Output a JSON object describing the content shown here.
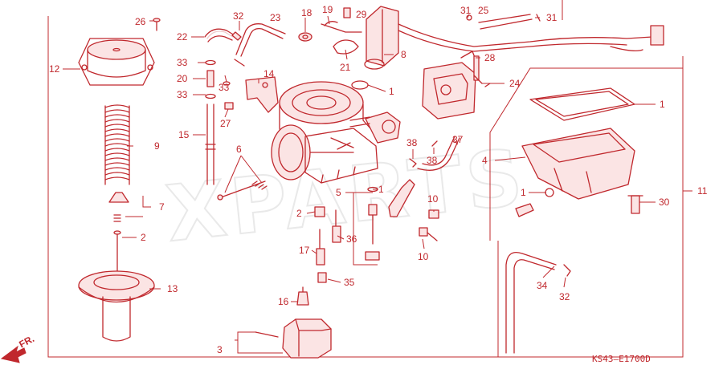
{
  "watermark": "XPARTS",
  "diagram_code": "KS43—E1700D",
  "front_indicator": "FR.",
  "callouts": [
    {
      "id": "c-26",
      "text": "26"
    },
    {
      "id": "c-12",
      "text": "12"
    },
    {
      "id": "c-9",
      "text": "9"
    },
    {
      "id": "c-7",
      "text": "7"
    },
    {
      "id": "c-2a",
      "text": "2"
    },
    {
      "id": "c-13",
      "text": "13"
    },
    {
      "id": "c-22",
      "text": "22"
    },
    {
      "id": "c-32a",
      "text": "32"
    },
    {
      "id": "c-23",
      "text": "23"
    },
    {
      "id": "c-33a",
      "text": "33"
    },
    {
      "id": "c-20",
      "text": "20"
    },
    {
      "id": "c-33b",
      "text": "33"
    },
    {
      "id": "c-33c",
      "text": "33"
    },
    {
      "id": "c-14",
      "text": "14"
    },
    {
      "id": "c-27",
      "text": "27"
    },
    {
      "id": "c-15",
      "text": "15"
    },
    {
      "id": "c-6",
      "text": "6"
    },
    {
      "id": "c-18",
      "text": "18"
    },
    {
      "id": "c-19",
      "text": "19"
    },
    {
      "id": "c-29",
      "text": "29"
    },
    {
      "id": "c-21",
      "text": "21"
    },
    {
      "id": "c-8",
      "text": "8"
    },
    {
      "id": "c-1a",
      "text": "1"
    },
    {
      "id": "c-31a",
      "text": "31"
    },
    {
      "id": "c-25",
      "text": "25"
    },
    {
      "id": "c-31b",
      "text": "31"
    },
    {
      "id": "c-28",
      "text": "28"
    },
    {
      "id": "c-24",
      "text": "24"
    },
    {
      "id": "c-1b",
      "text": "1"
    },
    {
      "id": "c-4",
      "text": "4"
    },
    {
      "id": "c-1c",
      "text": "1"
    },
    {
      "id": "c-30",
      "text": "30"
    },
    {
      "id": "c-11",
      "text": "11"
    },
    {
      "id": "c-38a",
      "text": "38"
    },
    {
      "id": "c-37",
      "text": "37"
    },
    {
      "id": "c-38b",
      "text": "38"
    },
    {
      "id": "c-1d",
      "text": "1"
    },
    {
      "id": "c-5",
      "text": "5"
    },
    {
      "id": "c-2b",
      "text": "2"
    },
    {
      "id": "c-36",
      "text": "36"
    },
    {
      "id": "c-17",
      "text": "17"
    },
    {
      "id": "c-35",
      "text": "35"
    },
    {
      "id": "c-10a",
      "text": "10"
    },
    {
      "id": "c-10b",
      "text": "10"
    },
    {
      "id": "c-16",
      "text": "16"
    },
    {
      "id": "c-3",
      "text": "3"
    },
    {
      "id": "c-34",
      "text": "34"
    },
    {
      "id": "c-32b",
      "text": "32"
    }
  ]
}
